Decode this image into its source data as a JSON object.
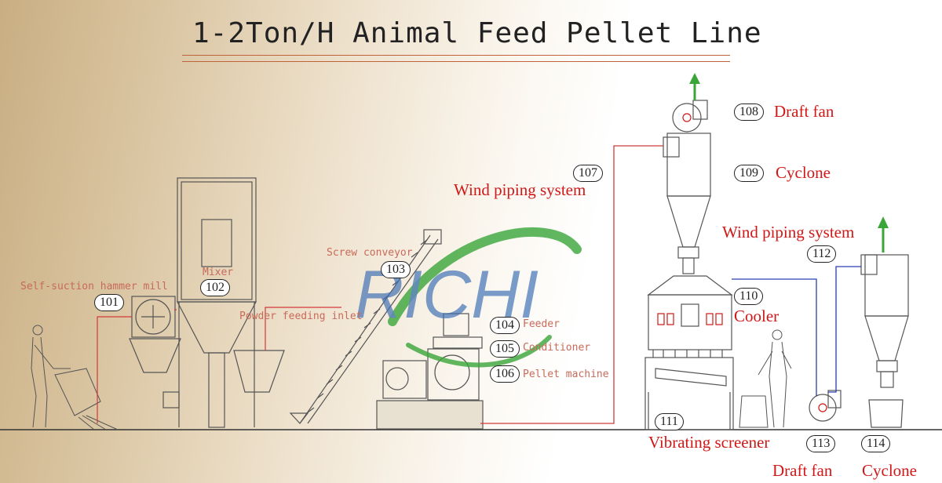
{
  "title": "1-2Ton/H Animal Feed Pellet Line",
  "logo_text": "RICHI",
  "colors": {
    "label_red": "#d01818",
    "label_pale": "#c86a5a",
    "pipe_red": "#d23a3a",
    "pipe_blue": "#2a3fb0",
    "arrow_green": "#3aa63a",
    "logo_blue": "#3c6fb4",
    "logo_green": "#3aa63a"
  },
  "components": [
    {
      "number": "101",
      "label": "Self-suction hammer mill"
    },
    {
      "number": "102",
      "label": "Mixer"
    },
    {
      "number": "103",
      "label": "Screw conveyor"
    },
    {
      "number": "104",
      "label": "Feeder"
    },
    {
      "number": "105",
      "label": "Conditioner"
    },
    {
      "number": "106",
      "label": "Pellet machine"
    },
    {
      "number": "107",
      "label": "Wind piping system"
    },
    {
      "number": "108",
      "label": "Draft fan"
    },
    {
      "number": "109",
      "label": "Cyclone"
    },
    {
      "number": "110",
      "label": "Cooler"
    },
    {
      "number": "111",
      "label": "Vibrating screener"
    },
    {
      "number": "112",
      "label": "Wind piping system"
    },
    {
      "number": "113",
      "label": "Draft fan"
    },
    {
      "number": "114",
      "label": "Cyclone"
    }
  ],
  "extra_labels": {
    "powder_inlet": "Powder feeding inlet"
  }
}
